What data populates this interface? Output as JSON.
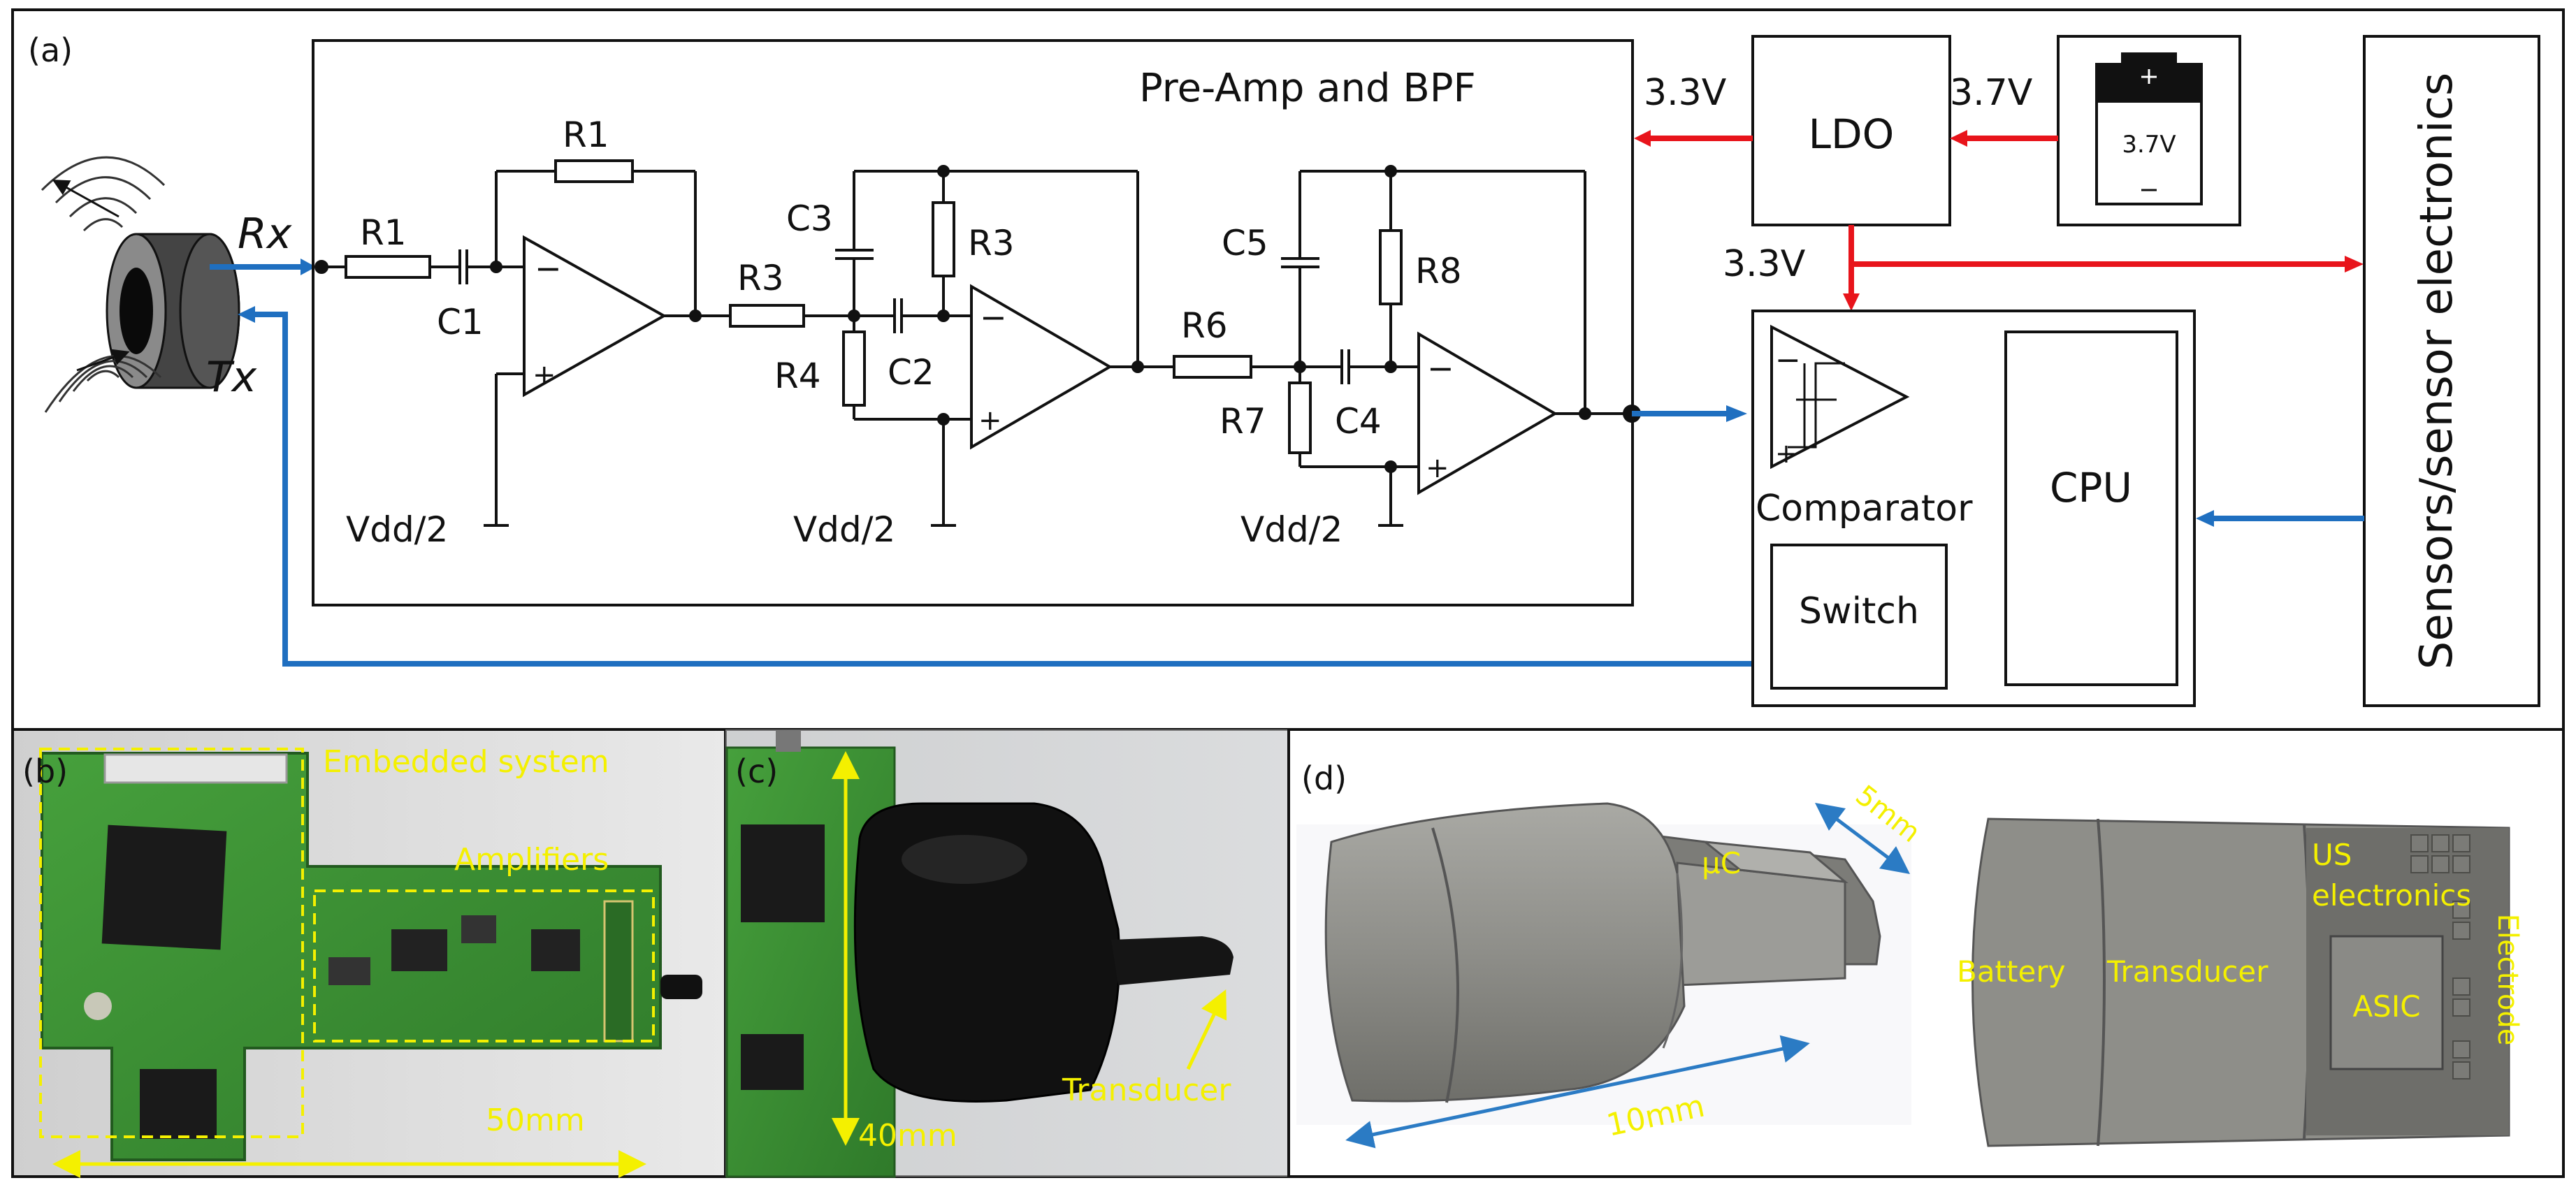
{
  "panel_a": {
    "tag": "(a)",
    "rx": "Rx",
    "tx": "Tx",
    "preamp_title": "Pre-Amp and BPF",
    "r1a": "R1",
    "r1b": "R1",
    "c1": "C1",
    "r3a": "R3",
    "r3b": "R3",
    "c3": "C3",
    "r4": "R4",
    "c2": "C2",
    "r6": "R6",
    "c5": "C5",
    "r8": "R8",
    "r7": "R7",
    "c4": "C4",
    "vdd1": "Vdd/2",
    "vdd2": "Vdd/2",
    "vdd3": "Vdd/2",
    "minus": "−",
    "plus": "+",
    "v33_left": "3.3V",
    "v37": "3.7V",
    "v33_down": "3.3V",
    "ldo": "LDO",
    "battery_label": "3.7V",
    "comparator": "Comparator",
    "cpu": "CPU",
    "switch": "Switch",
    "sensors": "Sensors/sensor electronics"
  },
  "panel_b": {
    "tag": "(b)",
    "embedded": "Embedded system",
    "amplifiers": "Amplifiers",
    "dim": "50mm"
  },
  "panel_c": {
    "tag": "(c)",
    "transducer": "Transducer",
    "dim": "40mm"
  },
  "panel_d": {
    "tag": "(d)",
    "dim_5": "5mm",
    "uc": "µC",
    "dim_10": "10mm",
    "battery": "Battery",
    "transducer": "Transducer",
    "us_electronics_1": "US",
    "us_electronics_2": "electronics",
    "asic": "ASIC",
    "electrode": "Electrode"
  },
  "colors": {
    "power": "#e8141b",
    "signal": "#1f6fc0",
    "annotation": "#f4f000",
    "pcb": "#3a8a33",
    "model_gray": "#8a8a86"
  }
}
